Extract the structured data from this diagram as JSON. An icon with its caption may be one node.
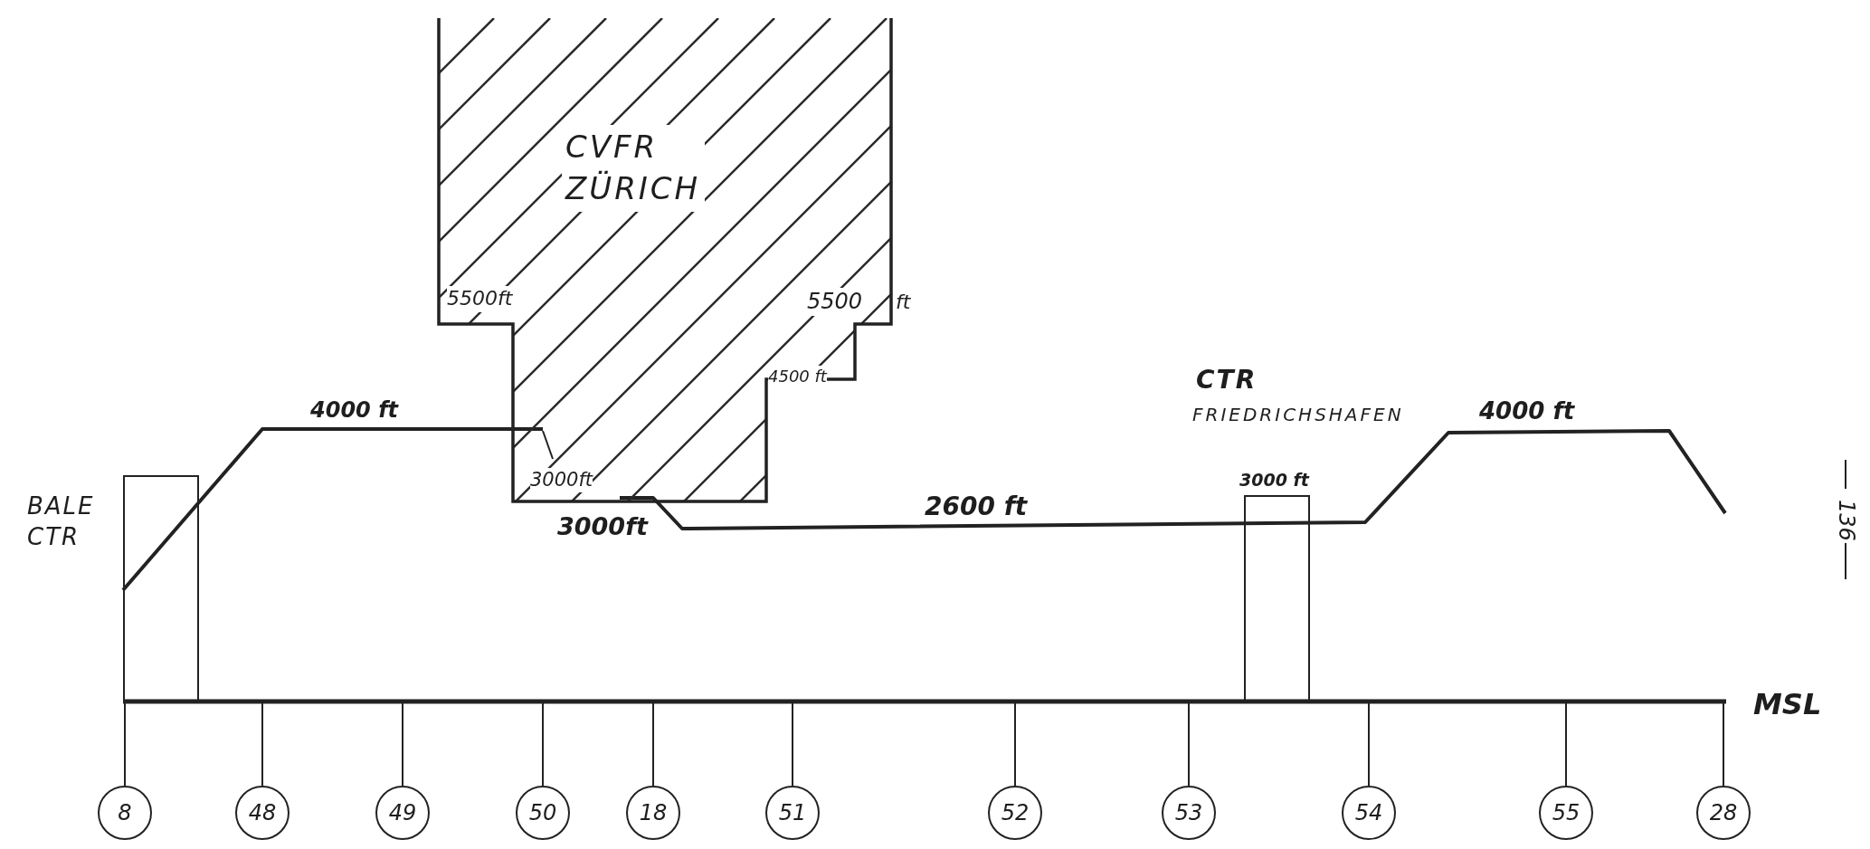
{
  "diagram": {
    "nodes": [
      {
        "text": [
          "CVFR ZÜRICH"
        ]
      },
      {
        "text": [
          "8"
        ]
      },
      {
        "text": [
          "48"
        ]
      },
      {
        "text": [
          "49"
        ]
      },
      {
        "text": [
          "50"
        ]
      },
      {
        "text": [
          "18"
        ]
      },
      {
        "text": [
          "51"
        ]
      },
      {
        "text": [
          "52"
        ]
      },
      {
        "text": [
          "53"
        ]
      },
      {
        "text": [
          "54"
        ]
      },
      {
        "text": [
          "55"
        ]
      },
      {
        "text": [
          "28"
        ]
      }
    ],
    "labels": [
      "5500ft",
      "5500",
      "ft",
      "CTR",
      "4500 ft",
      "4000 ft",
      "FRIEDRICHSHAFEN",
      "4000 ft",
      "3000ft",
      "BALE CTR",
      "3000 ft",
      "3000ft",
      "2600 ft",
      "136",
      "MSL"
    ]
  }
}
